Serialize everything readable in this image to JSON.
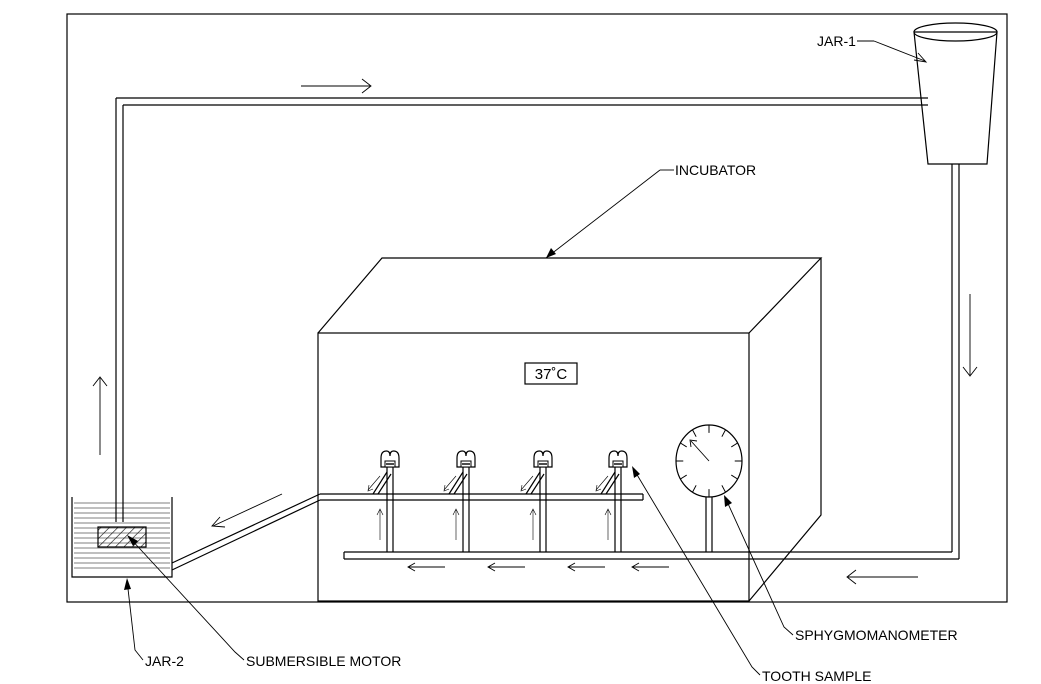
{
  "labels": {
    "jar1": "JAR-1",
    "incubator": "INCUBATOR",
    "temperature": "37˚C",
    "jar2": "JAR-2",
    "submersible_motor": "SUBMERSIBLE MOTOR",
    "sphygmomanometer": "SPHYGMOMANOMETER",
    "tooth_sample": "TOOTH SAMPLE"
  },
  "tooth_sample_count": 4
}
